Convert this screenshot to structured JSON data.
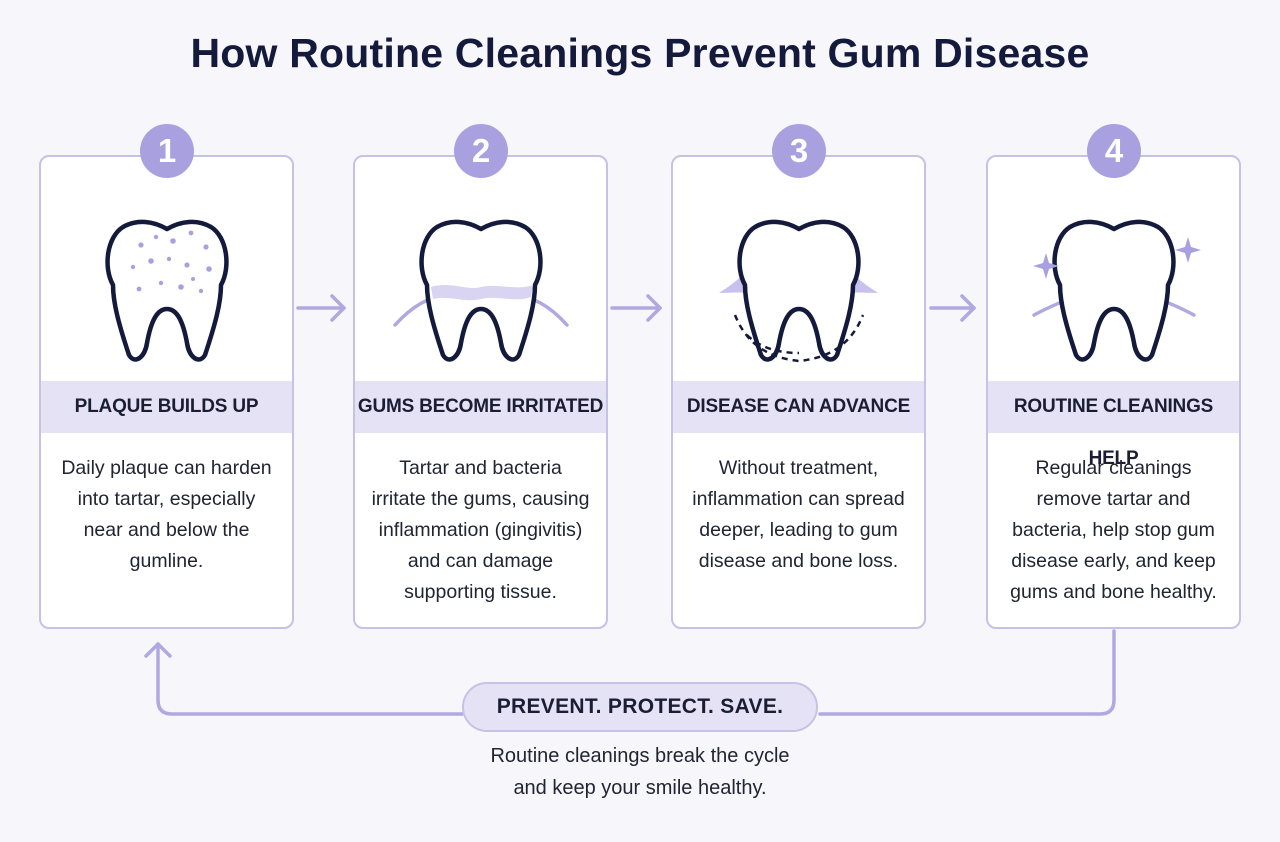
{
  "title": "How Routine Cleanings Prevent Gum Disease",
  "steps": [
    {
      "number": "1",
      "heading": "PLAQUE BUILDS UP",
      "description": "Daily plaque can harden into tartar, especially near and below the gumline.",
      "icon": "tooth-with-plaque-icon"
    },
    {
      "number": "2",
      "heading": "GUMS BECOME IRRITATED",
      "description": "Tartar and bacteria irritate the gums, causing inflammation (gingivitis) and can damage supporting tissue.",
      "icon": "tooth-irritated-gums-icon"
    },
    {
      "number": "3",
      "heading": "DISEASE CAN ADVANCE",
      "description": "Without treatment, inflammation can spread deeper, leading to gum disease and bone loss.",
      "icon": "tooth-receding-gums-icon"
    },
    {
      "number": "4",
      "heading": "ROUTINE CLEANINGS HELP",
      "description": "Regular cleanings remove tartar and bacteria, help stop gum disease early, and keep gums and bone healthy.",
      "icon": "tooth-healthy-sparkle-icon"
    }
  ],
  "cycle": {
    "label": "PREVENT. PROTECT. SAVE.",
    "text_line1": "Routine cleanings break the cycle",
    "text_line2": "and keep your smile healthy."
  },
  "colors": {
    "accent": "#a9a0e0",
    "accent_light": "#e5e2f6",
    "border": "#c6c2e6",
    "outline": "#141a3c",
    "title": "#141a3c"
  }
}
